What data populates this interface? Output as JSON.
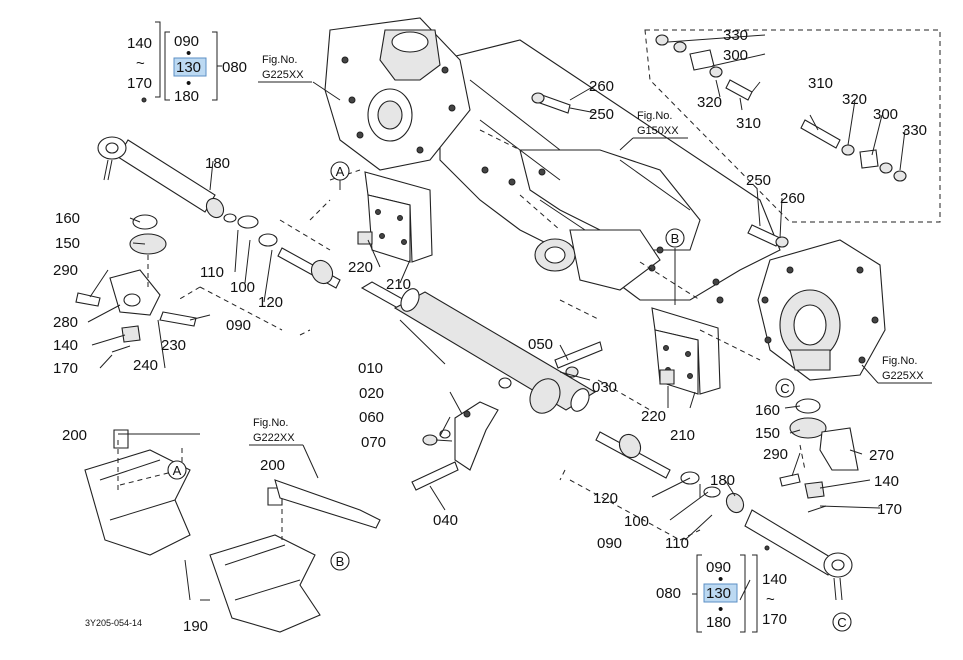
{
  "fig_refs": {
    "top_left": {
      "title": "Fig.No.",
      "code": "G225XX"
    },
    "top_center": {
      "title": "Fig.No.",
      "code": "G150XX"
    },
    "right": {
      "title": "Fig.No.",
      "code": "G225XX"
    },
    "bottom_left": {
      "title": "Fig.No.",
      "code": "G222XX"
    }
  },
  "group_left": {
    "a": "140",
    "b": "090",
    "c": "130",
    "d": "080",
    "e": "170",
    "f": "180",
    "tilde": "~",
    "dot": "•"
  },
  "group_right": {
    "a": "090",
    "b": "130",
    "c": "140",
    "d": "080",
    "e": "180",
    "f": "170",
    "tilde": "~",
    "dot": "•"
  },
  "circle_markers": {
    "a": "A",
    "b": "B",
    "c": "C"
  },
  "labels": {
    "l330a": "330",
    "l300a": "300",
    "l320a": "320",
    "l310a": "310",
    "l260a": "260",
    "l250a": "250",
    "l310b": "310",
    "l320b": "320",
    "l300b": "300",
    "l330b": "330",
    "l250b": "250",
    "l260b": "260",
    "l180a": "180",
    "l160a": "160",
    "l150a": "150",
    "l290a": "290",
    "l280": "280",
    "l140a": "140",
    "l170a": "170",
    "l230": "230",
    "l240": "240",
    "l110a": "110",
    "l100a": "100",
    "l120a": "120",
    "l090a": "090",
    "l220a": "220",
    "l210a": "210",
    "l010": "010",
    "l050": "050",
    "l030": "030",
    "l020": "020",
    "l060": "060",
    "l070": "070",
    "l040": "040",
    "l220b": "220",
    "l210b": "210",
    "l160b": "160",
    "l150b": "150",
    "l270": "270",
    "l290b": "290",
    "l140b": "140",
    "l170b": "170",
    "l180b": "180",
    "l120b": "120",
    "l100b": "100",
    "l090b": "090",
    "l110b": "110",
    "l200a": "200",
    "l200b": "200",
    "l190": "190"
  },
  "drawing_code": "3Y205-054-14"
}
